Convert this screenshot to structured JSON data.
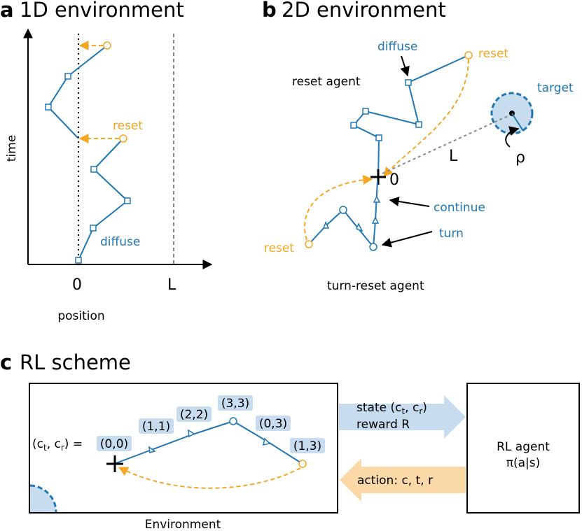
{
  "colors": {
    "blue": "#1f77b4",
    "orange": "#f5a623",
    "light_blue": "#c7dcee",
    "light_orange": "#fbd9a6",
    "gray": "#888888",
    "black": "#000000"
  },
  "panel_a": {
    "letter": "a",
    "title": "1D environment",
    "xlabel": "position",
    "ylabel": "time",
    "tick_0": "0",
    "tick_L": "L",
    "label_reset": "reset",
    "label_diffuse": "diffuse"
  },
  "panel_b": {
    "letter": "b",
    "title": "2D environment",
    "label_diffuse": "diffuse",
    "label_reset_top": "reset",
    "label_reset_agent": "reset agent",
    "label_target": "target",
    "label_L": "L",
    "label_rho": "ρ",
    "label_origin": "0",
    "label_continue": "continue",
    "label_turn": "turn",
    "label_reset_bottom": "reset",
    "label_turn_reset_agent": "turn-reset agent"
  },
  "panel_c": {
    "letter": "c",
    "title": "RL scheme",
    "state_line1_prefix": "state (c",
    "state_sub_t": "t",
    "state_mid": ", c",
    "state_sub_r": "r",
    "state_suffix": ")",
    "reward": "reward R",
    "agent_line1": "RL agent",
    "agent_line2": "π(a|s)",
    "action": "action: c, t, r",
    "environment": "Environment",
    "ctcr_prefix": "(c",
    "ctcr_sub_t": "t",
    "ctcr_mid": ", c",
    "ctcr_sub_r": "r",
    "ctcr_suffix": ") =",
    "states": [
      "(0,0)",
      "(1,1)",
      "(2,2)",
      "(3,3)",
      "(0,3)",
      "(1,3)"
    ]
  }
}
